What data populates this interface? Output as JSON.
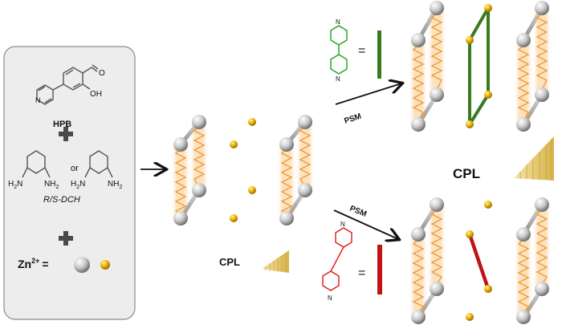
{
  "reagents": {
    "hpb_label": "HPB",
    "aldehyde_atom": "O",
    "hydroxyl_label": "OH",
    "ring_atom": "N",
    "or_label": "or",
    "amine_label": "NH",
    "amine_sub": "2",
    "amine_prefix": "H",
    "dch_label": "R/S-DCH",
    "zn_label": "Zn",
    "zn_charge": "2+",
    "equals": "="
  },
  "center": {
    "cpl_label": "CPL"
  },
  "top_branch": {
    "psm_label": "PSM",
    "equals": "=",
    "linker_color": "#3a7a1f",
    "cpl_label": "CPL"
  },
  "bottom_branch": {
    "psm_label": "PSM",
    "equals": "=",
    "linker_color": "#c01414"
  },
  "colors": {
    "node_gray": "#c8c8c8",
    "node_gold": "#e8b000",
    "helix": "#f29a3a",
    "green_ligand": "#1aa51a",
    "red_ligand": "#e01818"
  }
}
